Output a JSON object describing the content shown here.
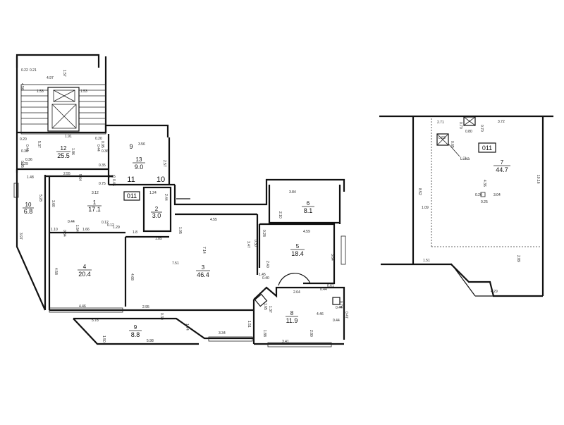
{
  "plan1": {
    "rooms": [
      {
        "number": "12",
        "area": "25.5"
      },
      {
        "number": "13",
        "area": "9.0"
      },
      {
        "number": "10",
        "area": "6.8"
      },
      {
        "number": "1",
        "area": "17.1"
      },
      {
        "number": "2",
        "area": "3.0"
      },
      {
        "number": "6",
        "area": "8.1"
      },
      {
        "number": "4",
        "area": "20.4"
      },
      {
        "number": "3",
        "area": "46.4"
      },
      {
        "number": "5",
        "area": "18.4"
      },
      {
        "number": "9",
        "area": "8.8"
      },
      {
        "number": "8",
        "area": "11.9"
      }
    ],
    "labels": [
      "9",
      "11",
      "10",
      "011"
    ],
    "dims": [
      "0.22",
      "0.21",
      "4.56",
      "4.97",
      "1.57",
      "1.53",
      "1.53",
      "1.91",
      "0.20",
      "0.20",
      "0.36",
      "0.44",
      "5.37",
      "1.86",
      "0.36",
      "0.44",
      "5.29",
      "0.95",
      "0.36",
      "3.56",
      "2.57",
      "0.35",
      "0.45",
      "0.95",
      "1.48",
      "2.55",
      "5.64",
      "0.35",
      "0.75",
      "3.12",
      "3.60",
      "5.28",
      "1.24",
      "2.44",
      "3.97",
      "1.10",
      "0.44",
      "0.34",
      "1.54",
      "1.66",
      "0.12",
      "0.12",
      "1.29",
      "1.8",
      "1.85",
      "1.05",
      "4.55",
      "3.84",
      "2.10",
      "3.47",
      "0.30",
      "0.28",
      "4.59",
      "2.40",
      "3.64",
      "4.58",
      "4.68",
      "7.51",
      "7.14",
      "1.45",
      "0.40",
      "2.64",
      "0.44",
      "0.61",
      "1.65",
      "1.37",
      "0.74",
      "0.47",
      "0.44",
      "0.44",
      "4.46",
      "2.95",
      "0.30",
      "4.46",
      "5.78",
      "1.50",
      "1.74",
      "3.34",
      "1.51",
      "1.88",
      "2.80",
      "3.41",
      "5.98"
    ]
  },
  "plan2": {
    "room": {
      "number": "7",
      "area": "44.7"
    },
    "labels": [
      "011",
      "Lūka"
    ],
    "dims": [
      "2.71",
      "0.70",
      "0.70",
      "0.80",
      "3.72",
      "0.83",
      "0.65",
      "8.52",
      "1.09",
      "4.36",
      "0.20",
      "0.25",
      "3.04",
      "10.16",
      "1.51",
      "2.89",
      "4.29"
    ]
  }
}
